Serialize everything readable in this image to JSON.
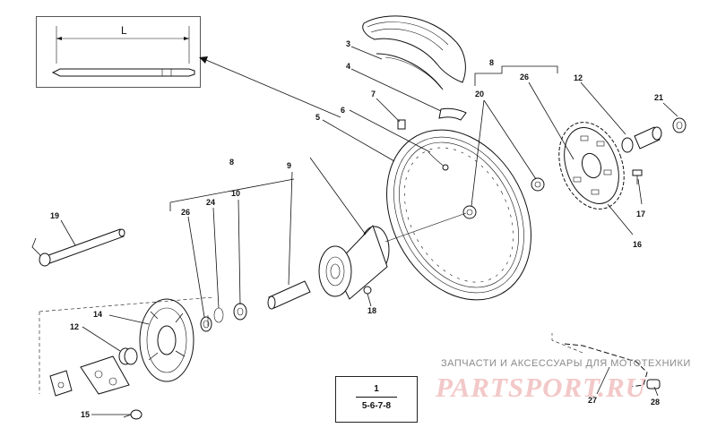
{
  "inset": {
    "dimension_label": "L"
  },
  "callouts": {
    "c1": "1",
    "c3": "3",
    "c4": "4",
    "c5": "5",
    "c6": "6",
    "c7": "7",
    "c8a": "8",
    "c8b": "8",
    "c9": "9",
    "c10": "10",
    "c12a": "12",
    "c12b": "12",
    "c14": "14",
    "c15": "15",
    "c16": "16",
    "c17": "17",
    "c18": "18",
    "c19": "19",
    "c20": "20",
    "c21": "21",
    "c24": "24",
    "c26a": "26",
    "c26b": "26",
    "c27": "27",
    "c28": "28"
  },
  "legend": {
    "top": "1",
    "bottom": "5-6-7-8"
  },
  "watermark": {
    "caption": "ЗАПЧАСТИ И АКСЕССУАРЫ ДЛЯ МОТОТЕХНИКИ",
    "logo": "PARTSPORT.RU"
  },
  "colors": {
    "line": "#111111",
    "watermark_logo": "#f3c8c8",
    "watermark_text": "#8a8a8a"
  }
}
